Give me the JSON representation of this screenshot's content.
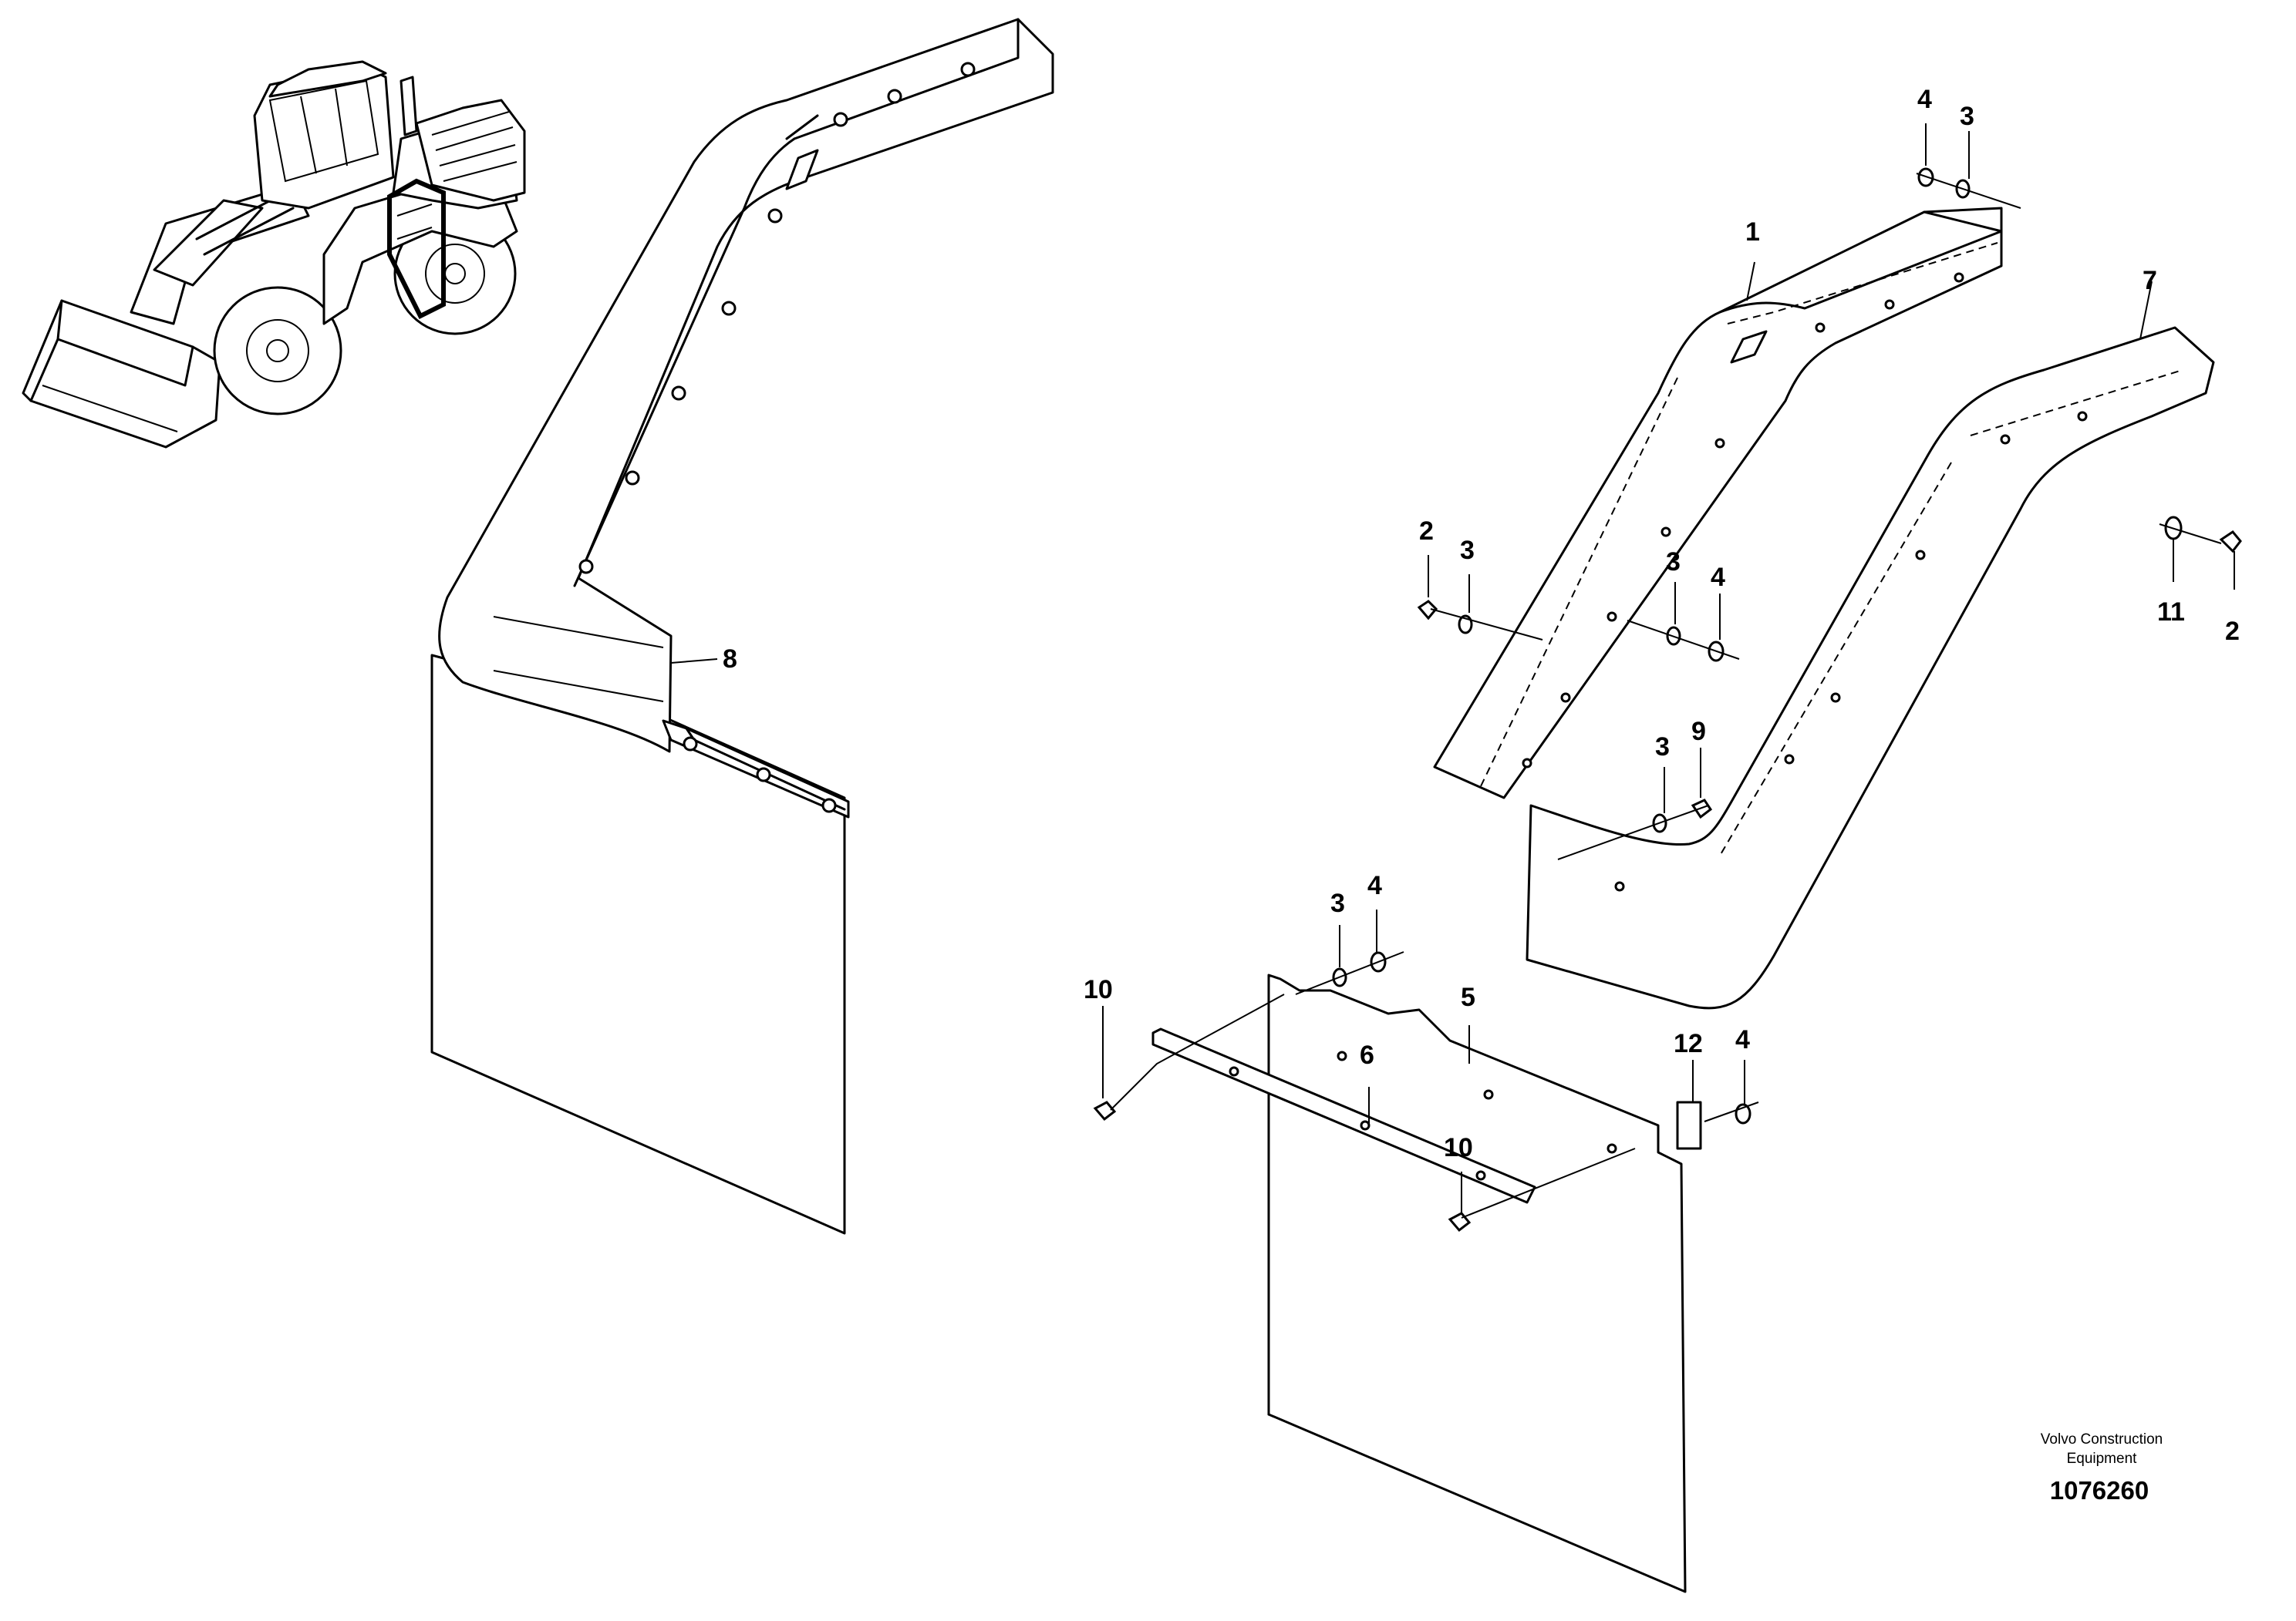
{
  "callouts": {
    "c1": "1",
    "c2a": "2",
    "c2b": "2",
    "c3a": "3",
    "c3b": "3",
    "c3c": "3",
    "c3d": "3",
    "c3e": "3",
    "c4a": "4",
    "c4b": "4",
    "c4c": "4",
    "c4d": "4",
    "c5": "5",
    "c6": "6",
    "c7": "7",
    "c8": "8",
    "c9": "9",
    "c10a": "10",
    "c10b": "10",
    "c11": "11",
    "c12": "12"
  },
  "footer": {
    "company_line1": "Volvo Construction",
    "company_line2": "Equipment",
    "drawing_number": "1076260"
  }
}
